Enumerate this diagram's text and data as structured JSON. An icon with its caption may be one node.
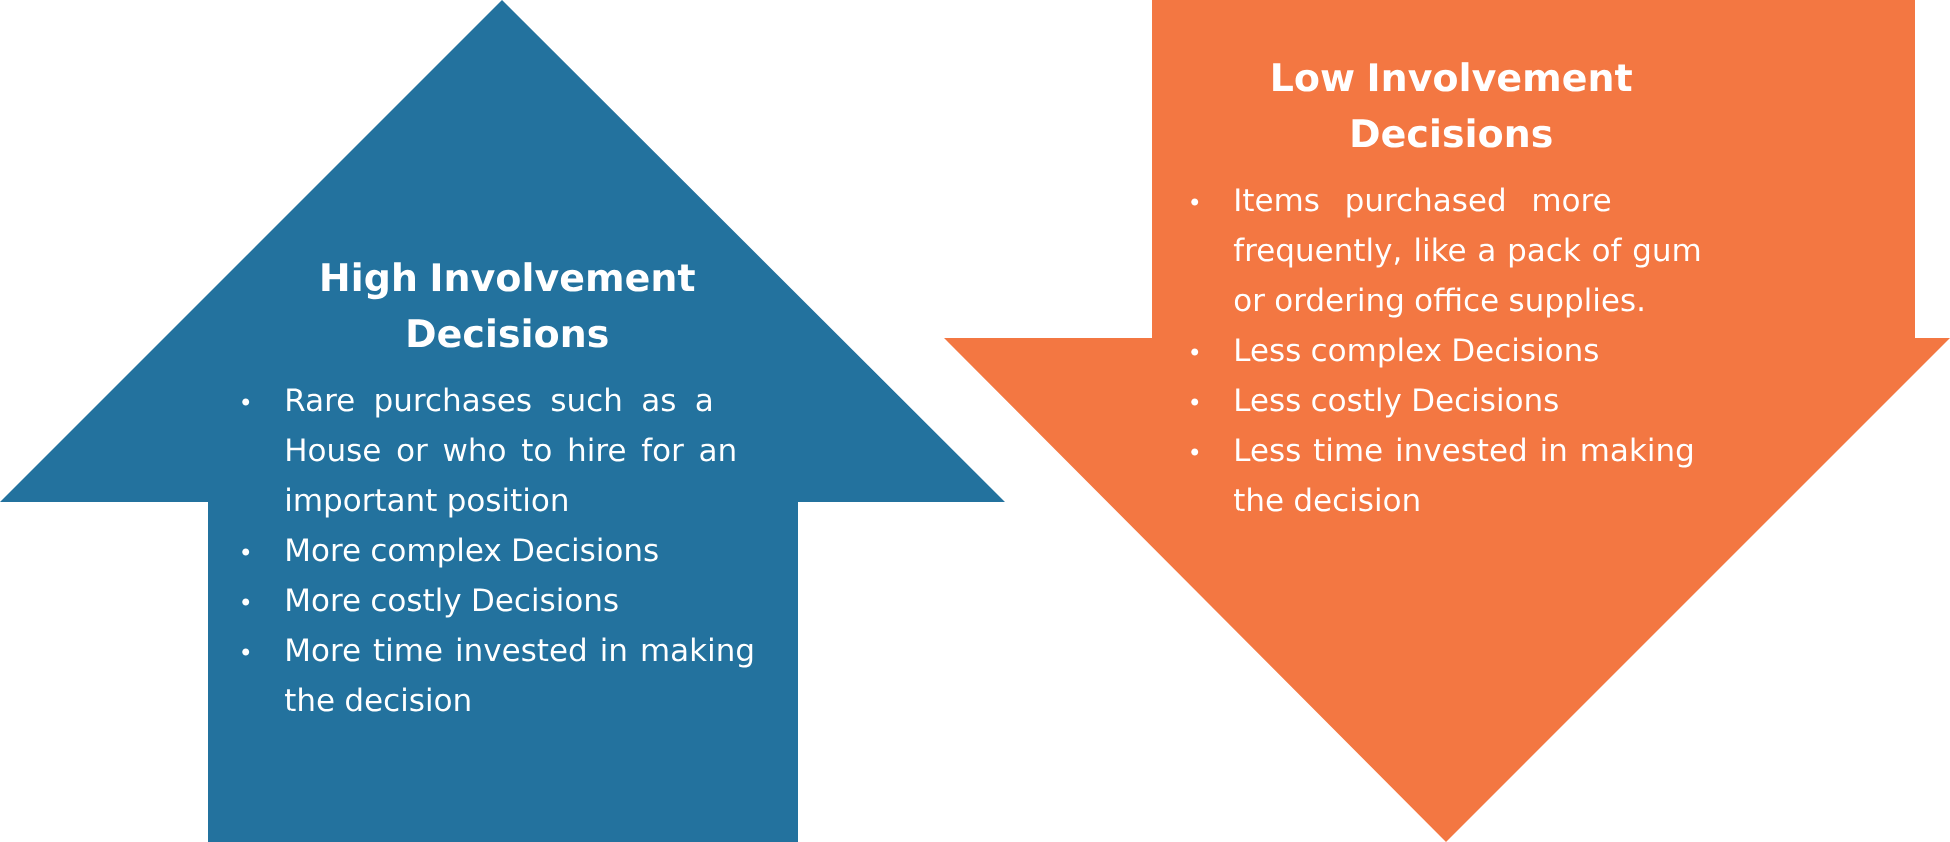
{
  "diagram": {
    "nodes": [
      {
        "text": [
          "High Involvement Decisions",
          "Rare purchases such as a House or who to hire for an important position",
          "More complex Decisions",
          "More costly Decisions",
          "More time invested in making the decision"
        ]
      },
      {
        "text": [
          "Low Involvement Decisions",
          "Items purchased more frequently, like a pack of gum or ordering office supplies.",
          "Less complex Decisions",
          "Less costly Decisions",
          "Less time invested in making the decision"
        ]
      }
    ]
  }
}
